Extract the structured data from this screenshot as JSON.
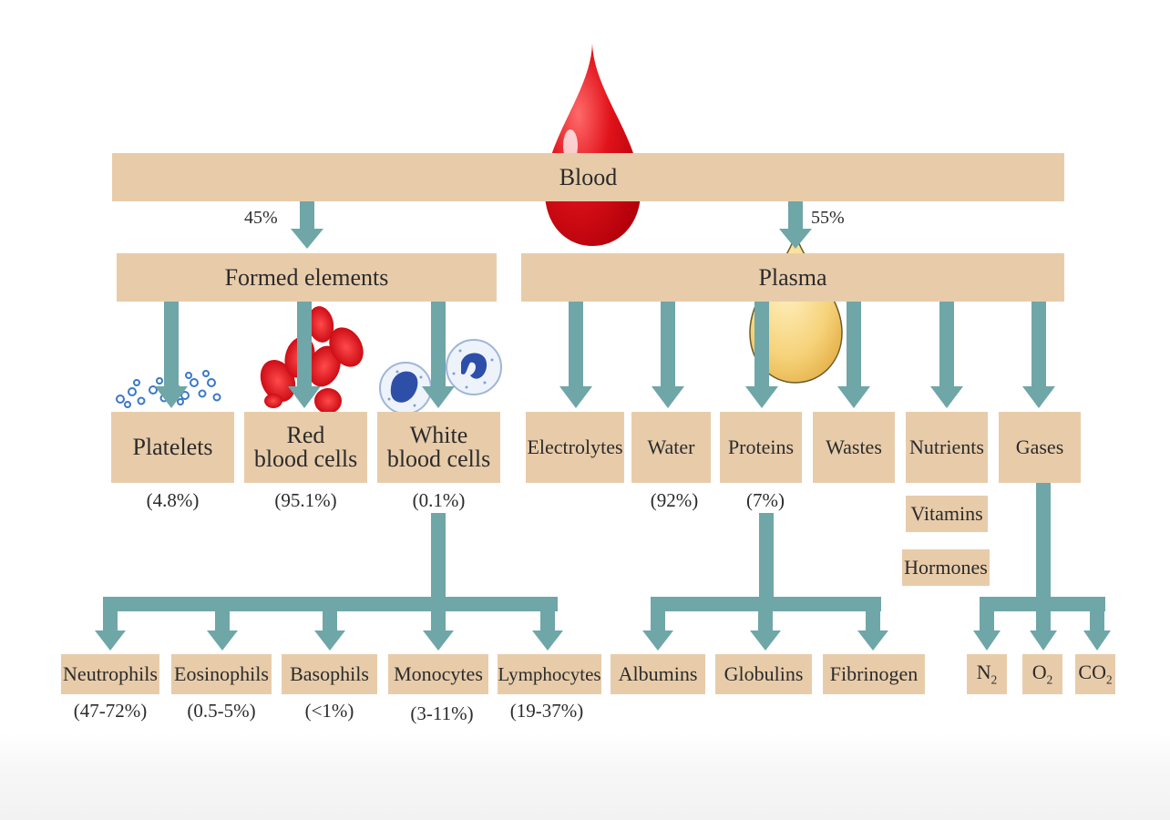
{
  "colors": {
    "box": "#e8ccaa",
    "arrow": "#6fa6a8",
    "drop": "#e0121a",
    "plasma_drop": "#f3cd6c",
    "text": "#2b2b2b"
  },
  "diagram": {
    "root": "Blood",
    "formed": {
      "label": "Formed elements",
      "share": "45%"
    },
    "plasma": {
      "label": "Plasma",
      "share": "55%"
    },
    "formed_children": [
      {
        "name": "Platelets",
        "pct": "(4.8%)"
      },
      {
        "name": "Red blood cells",
        "line1": "Red",
        "line2": "blood cells",
        "pct": "(95.1%)"
      },
      {
        "name": "White blood cells",
        "line1": "White",
        "line2": "blood cells",
        "pct": "(0.1%)"
      }
    ],
    "plasma_children": [
      {
        "name": "Electrolytes"
      },
      {
        "name": "Water",
        "pct": "(92%)"
      },
      {
        "name": "Proteins",
        "pct": "(7%)"
      },
      {
        "name": "Wastes"
      },
      {
        "name": "Nutrients"
      },
      {
        "name": "Gases"
      }
    ],
    "nutrient_extras": [
      "Vitamins",
      "Hormones"
    ],
    "wbc_types": [
      {
        "name": "Neutrophils",
        "pct": "(47-72%)"
      },
      {
        "name": "Eosinophils",
        "pct": "(0.5-5%)"
      },
      {
        "name": "Basophils",
        "pct": "(<1%)"
      },
      {
        "name": "Monocytes",
        "pct": "(3-11%)"
      },
      {
        "name": "Lymphocytes",
        "pct": "(19-37%)"
      }
    ],
    "protein_types": [
      "Albumins",
      "Globulins",
      "Fibrinogen"
    ],
    "gas_types": [
      {
        "base": "N",
        "sub": "2"
      },
      {
        "base": "O",
        "sub": "2"
      },
      {
        "base": "CO",
        "sub": "2"
      }
    ]
  },
  "icons": [
    "blood-drop-icon",
    "plasma-drop-icon",
    "platelets-icon",
    "red-blood-cells-icon",
    "white-blood-cells-icon"
  ]
}
